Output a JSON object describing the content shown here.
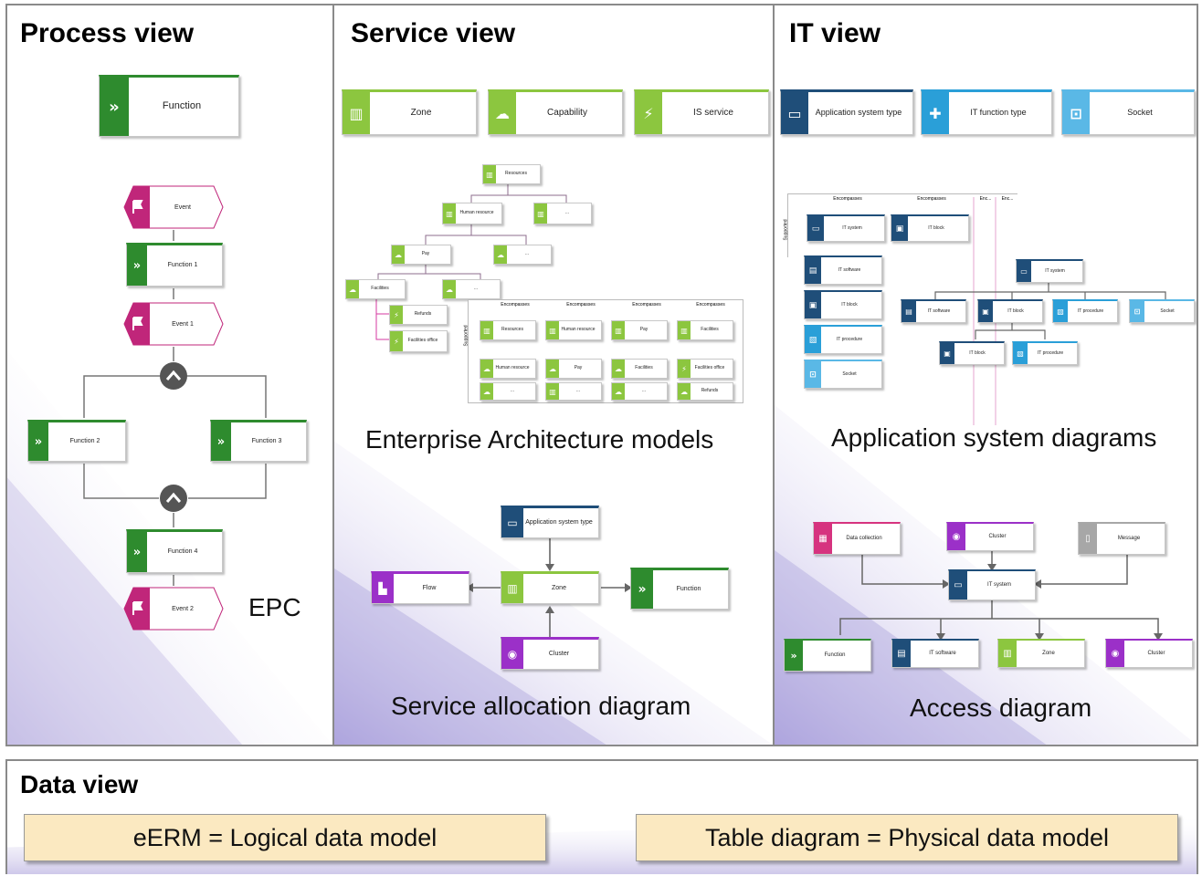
{
  "colors": {
    "green_dark": "#2e8b2e",
    "green_light": "#8cc63f",
    "magenta": "#c0267a",
    "navy": "#1f4e79",
    "blue": "#2a9fd8",
    "sky": "#5ab8e6",
    "purple": "#9b30c8",
    "grey": "#a7a7a7",
    "pink": "#d6337f",
    "data_box": "#fbe9c1"
  },
  "process": {
    "title": "Process view",
    "function_label": "Function",
    "epc": {
      "event": "Event",
      "function1": "Function 1",
      "event1": "Event 1",
      "function2": "Function 2",
      "function3": "Function 3",
      "function4": "Function 4",
      "event2": "Event 2"
    },
    "caption": "EPC"
  },
  "service": {
    "title": "Service view",
    "legend": [
      "Zone",
      "Capability",
      "IS service"
    ],
    "tree": {
      "root": "Resources",
      "human": "Human resource",
      "dots": "...",
      "pay": "Pay",
      "facilities": "Facilities",
      "refunds": "Refunds",
      "facilities_office": "Facilities office"
    },
    "matrix": {
      "header": "Encompasses",
      "side": "Supported",
      "row1": [
        "Resources",
        "Human resource",
        "Pay",
        "Facilities"
      ],
      "row2": [
        "Human resource",
        "Pay",
        "Facilities",
        "Facilities office"
      ],
      "row3": [
        "...",
        "...",
        "...",
        "Refunds"
      ]
    },
    "ea_caption": "Enterprise Architecture models",
    "alloc": {
      "app_type": "Application system type",
      "flow": "Flow",
      "zone": "Zone",
      "function": "Function",
      "cluster": "Cluster"
    },
    "alloc_caption": "Service allocation diagram"
  },
  "it": {
    "title": "IT view",
    "legend": [
      "Application system type",
      "IT function type",
      "Socket"
    ],
    "matrix": {
      "headers": [
        "Encompasses",
        "Encompasses",
        "Enc...",
        "Enc..."
      ],
      "side": "Supported",
      "cells": [
        "IT system",
        "IT block"
      ]
    },
    "left_column": [
      "IT software",
      "IT block",
      "IT procedure",
      "Socket"
    ],
    "tree": {
      "root": "IT system",
      "children": [
        "IT software",
        "IT block",
        "IT procedure",
        "Socket"
      ],
      "grandchildren": [
        "IT block",
        "IT procedure"
      ]
    },
    "app_caption": "Application system diagrams",
    "access": {
      "data_collection": "Data collection",
      "cluster_top": "Cluster",
      "message": "Message",
      "it_system": "IT system",
      "function": "Function",
      "it_software": "IT software",
      "zone": "Zone",
      "cluster_bottom": "Cluster"
    },
    "access_caption": "Access diagram"
  },
  "data_view": {
    "title": "Data view",
    "box1": "eERM = Logical data model",
    "box2": "Table diagram = Physical data model"
  }
}
